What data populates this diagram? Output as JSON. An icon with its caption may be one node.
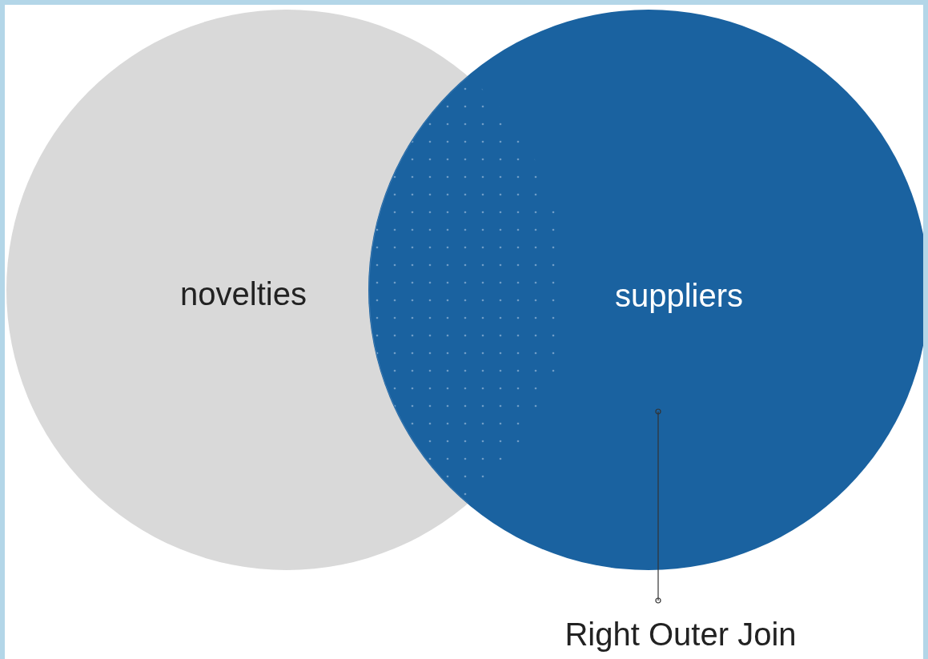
{
  "diagram": {
    "nodes": [
      {
        "text": [
          "novelties"
        ]
      },
      {
        "text": [
          "suppliers"
        ]
      },
      {
        "text": [
          "Right Outer Join"
        ]
      }
    ],
    "edges": [
      {
        "from": 2,
        "to": 1,
        "arrow": "other"
      }
    ]
  }
}
